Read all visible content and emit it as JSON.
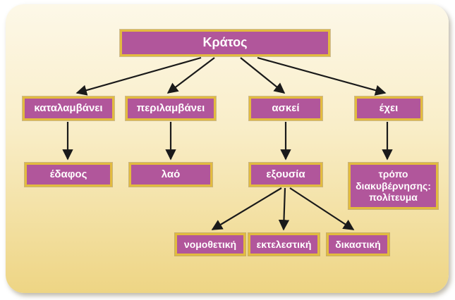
{
  "diagram": {
    "title": "Κράτος concept map",
    "nodes": {
      "root": {
        "label": "Κράτος"
      },
      "katalamvanei": {
        "label": "καταλαμβάνει"
      },
      "perilamvanei": {
        "label": "περιλαμβάνει"
      },
      "askei": {
        "label": "ασκεί"
      },
      "exei": {
        "label": "έχει"
      },
      "edafos": {
        "label": "έδαφος"
      },
      "lao": {
        "label": "λαό"
      },
      "exousia": {
        "label": "εξουσία"
      },
      "tropo": {
        "label": "τρόπο διακυβέρνησης: πολίτευμα"
      },
      "nomothetiki": {
        "label": "νομοθετική"
      },
      "ektelestiki": {
        "label": "εκτελεστική"
      },
      "dikastiki": {
        "label": "δικαστική"
      }
    },
    "edges": [
      {
        "from": "root",
        "to": "katalamvanei"
      },
      {
        "from": "root",
        "to": "perilamvanei"
      },
      {
        "from": "root",
        "to": "askei"
      },
      {
        "from": "root",
        "to": "exei"
      },
      {
        "from": "katalamvanei",
        "to": "edafos"
      },
      {
        "from": "perilamvanei",
        "to": "lao"
      },
      {
        "from": "askei",
        "to": "exousia"
      },
      {
        "from": "exei",
        "to": "tropo"
      },
      {
        "from": "exousia",
        "to": "nomothetiki"
      },
      {
        "from": "exousia",
        "to": "ektelestiki"
      },
      {
        "from": "exousia",
        "to": "dikastiki"
      }
    ]
  },
  "colors": {
    "box_fill": "#b1569b",
    "box_border": "#e2bb3f",
    "text": "#ffffff",
    "arrow": "#1a1a1a",
    "card_top": "#fdf8e8",
    "card_bottom": "#eed584"
  }
}
